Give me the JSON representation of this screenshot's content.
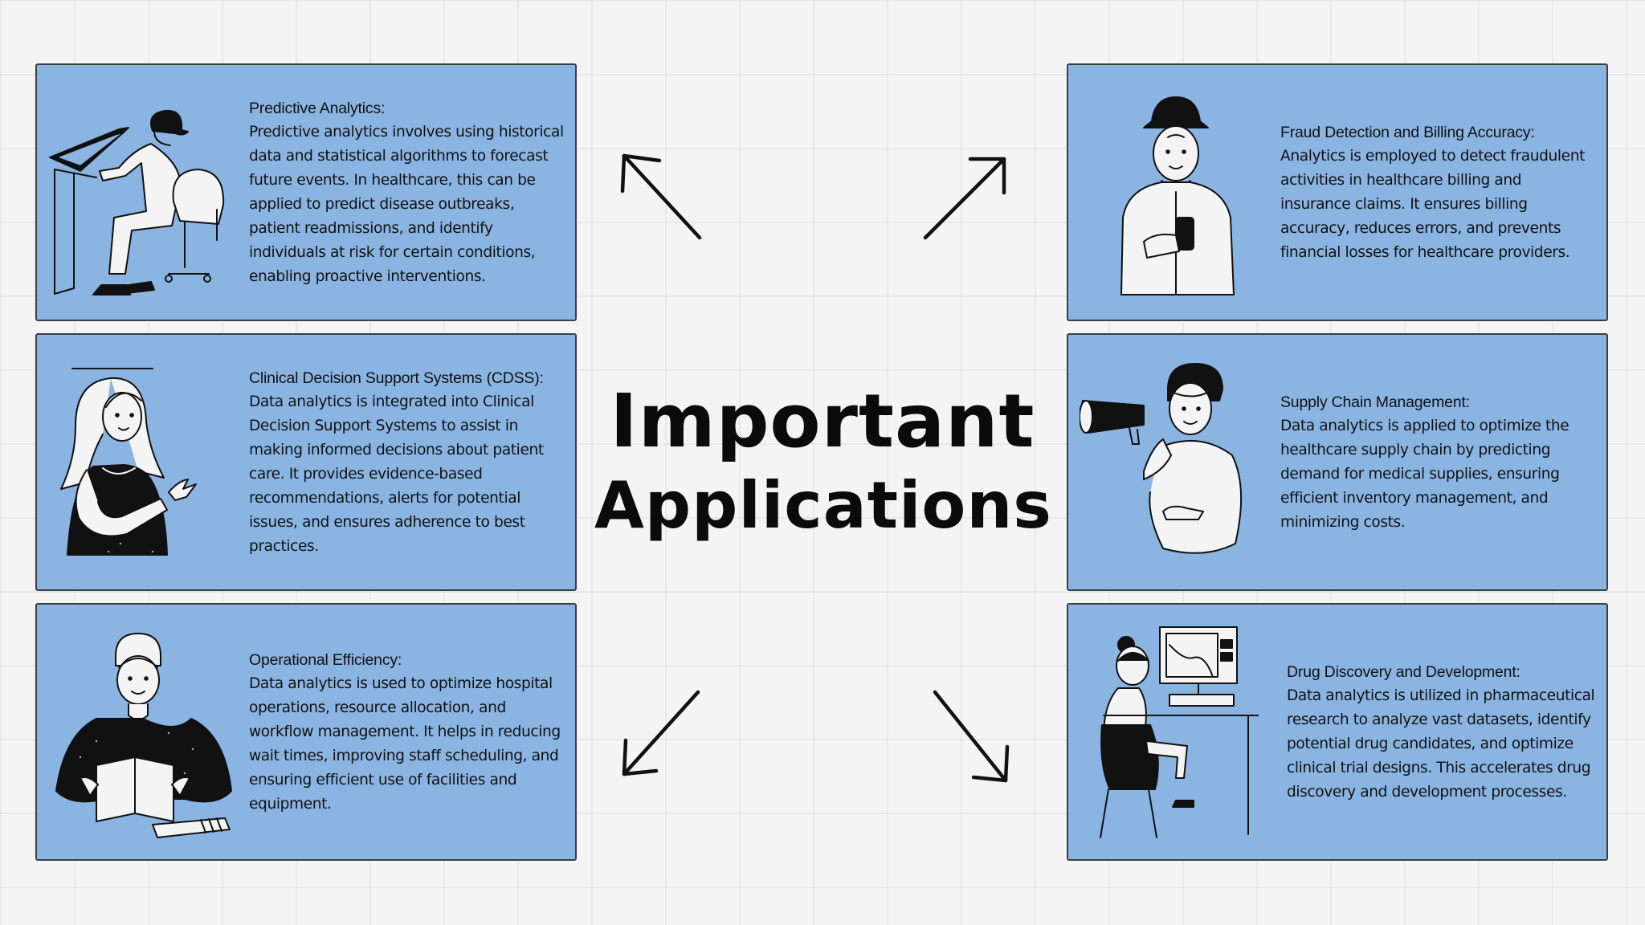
{
  "title": {
    "line1": "Important",
    "line2": "Applications"
  },
  "cards": [
    {
      "heading": "Predictive Analytics:",
      "body": "Predictive analytics involves using historical data and statistical algorithms to forecast future events. In healthcare, this can be applied to predict disease outbreaks, patient readmissions, and identify individuals at risk for certain conditions, enabling proactive interventions.",
      "illustration": "designer-at-drafting-table-illustration"
    },
    {
      "heading": "Clinical Decision Support Systems (CDSS):",
      "body": "Data analytics is integrated into Clinical Decision Support Systems to assist in making informed decisions about patient care. It provides evidence-based recommendations, alerts for potential issues, and ensures adherence to best practices.",
      "illustration": "woman-gesturing-illustration"
    },
    {
      "heading": "Operational Efficiency:",
      "body": "Data analytics is used to optimize hospital operations, resource allocation, and workflow management. It helps in reducing wait times, improving staff scheduling, and ensuring efficient use of facilities and equipment.",
      "illustration": "man-reading-book-illustration"
    },
    {
      "heading": "Fraud Detection and Billing Accuracy:",
      "body": "Analytics is employed to detect fraudulent activities in healthcare billing and insurance claims. It ensures billing accuracy, reduces errors, and prevents financial losses for healthcare providers.",
      "illustration": "man-with-hat-and-phone-illustration"
    },
    {
      "heading": "Supply Chain Management:",
      "body": "Data analytics is applied to optimize the healthcare supply chain by predicting demand for medical supplies, ensuring efficient inventory management, and minimizing costs.",
      "illustration": "man-with-megaphone-illustration"
    },
    {
      "heading": "Drug Discovery and Development:",
      "body": "Data analytics is utilized in pharmaceutical research to analyze vast datasets, identify potential drug candidates, and optimize clinical trial designs. This accelerates drug discovery and development processes.",
      "illustration": "woman-at-computer-desk-illustration"
    }
  ],
  "colors": {
    "card_fill": "#8ab4e2",
    "card_border": "#3a3f46",
    "background": "#f4f4f4",
    "ink": "#0b0b0b"
  },
  "arrows": [
    "arrow-up-left-icon",
    "arrow-up-right-icon",
    "arrow-down-left-icon",
    "arrow-down-right-icon"
  ]
}
